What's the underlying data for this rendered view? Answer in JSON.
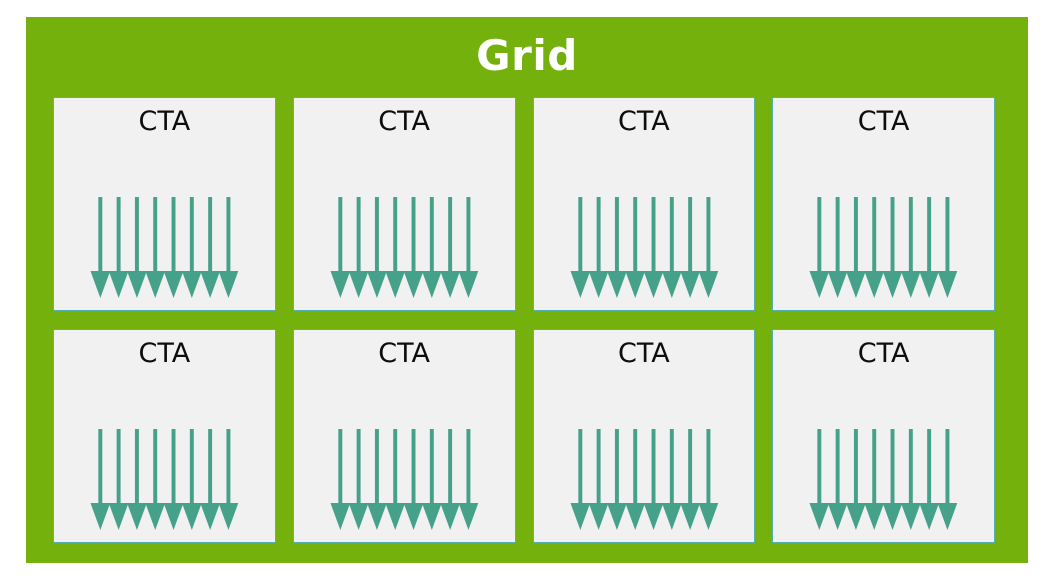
{
  "diagram": {
    "type": "block-diagram",
    "title": "Grid",
    "panel_color": "#74b10c",
    "title_color": "#ffffff",
    "background_color": "#ffffff",
    "rows": 2,
    "columns": 4,
    "block_count": 8,
    "block_label": "CTA",
    "block_fill_color": "#f1f1f1",
    "block_border_color": "#53b0b2",
    "block_label_color": "#0d0d0d",
    "arrow_color": "#45a189",
    "arrows_per_block": 8,
    "arrow_direction": "down",
    "arrow_icon_name": "down-arrow-icon",
    "blocks": [
      {
        "id": "cta-1",
        "label": "CTA",
        "row": 1,
        "column": 1,
        "arrows": 8
      },
      {
        "id": "cta-2",
        "label": "CTA",
        "row": 1,
        "column": 2,
        "arrows": 8
      },
      {
        "id": "cta-3",
        "label": "CTA",
        "row": 1,
        "column": 3,
        "arrows": 8
      },
      {
        "id": "cta-4",
        "label": "CTA",
        "row": 1,
        "column": 4,
        "arrows": 8
      },
      {
        "id": "cta-5",
        "label": "CTA",
        "row": 2,
        "column": 1,
        "arrows": 8
      },
      {
        "id": "cta-6",
        "label": "CTA",
        "row": 2,
        "column": 2,
        "arrows": 8
      },
      {
        "id": "cta-7",
        "label": "CTA",
        "row": 2,
        "column": 3,
        "arrows": 8
      },
      {
        "id": "cta-8",
        "label": "CTA",
        "row": 2,
        "column": 4,
        "arrows": 8
      }
    ]
  }
}
